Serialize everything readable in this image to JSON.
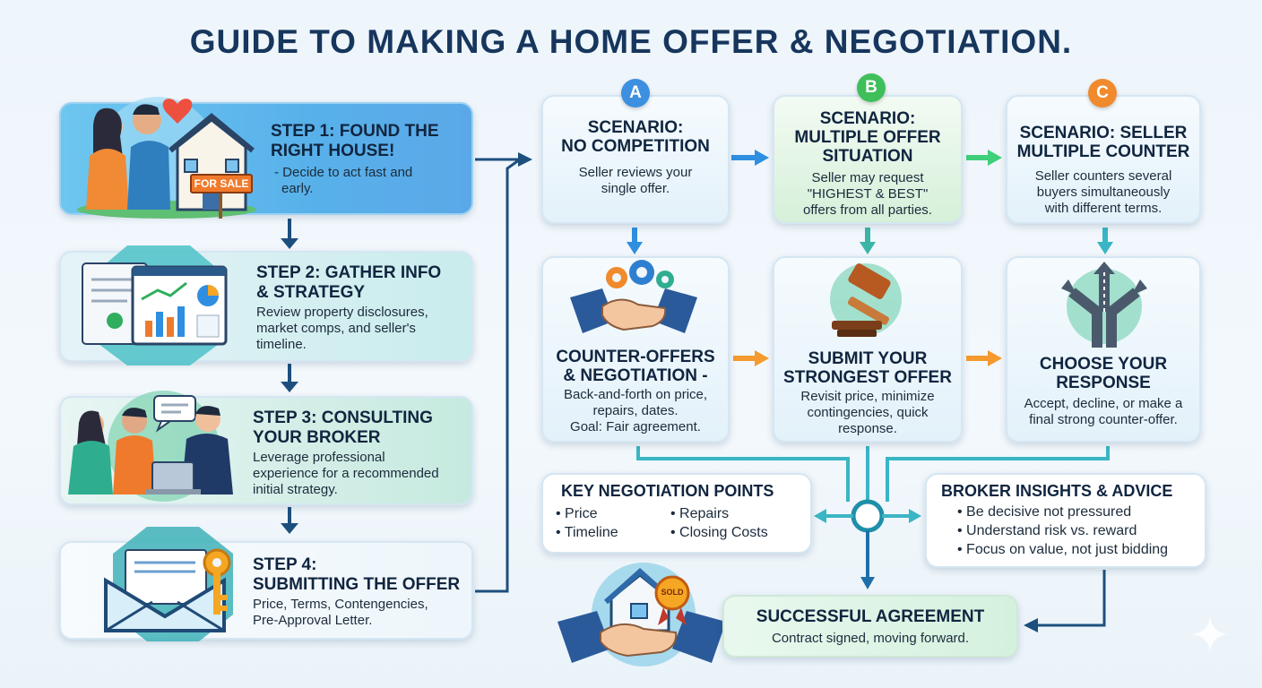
{
  "title": "GUIDE TO MAKING A HOME OFFER & NEGOTIATION.",
  "steps": [
    {
      "title_l1": "STEP 1: FOUND THE",
      "title_l2": "RIGHT HOUSE!",
      "desc_l1": "- Decide to act fast and",
      "desc_l2": "early.",
      "sign": "FOR SALE"
    },
    {
      "title_l1": "STEP 2: GATHER INFO",
      "title_l2": "& STRATEGY",
      "desc_l1": "Review property disclosures,",
      "desc_l2": "market comps, and seller's",
      "desc_l3": "timeline."
    },
    {
      "title_l1": "STEP 3: CONSULTING",
      "title_l2": "YOUR BROKER",
      "desc_l1": "Leverage professional",
      "desc_l2": "experience for a recommended",
      "desc_l3": "initial strategy."
    },
    {
      "title_l1": "STEP 4:",
      "title_l2": "SUBMITTING THE OFFER",
      "desc_l1": "Price, Terms, Contengencies,",
      "desc_l2": "Pre-Approval Letter."
    }
  ],
  "scenarios": [
    {
      "badge": "A",
      "color": "#3d8fe0",
      "title_l1": "SCENARIO:",
      "title_l2": "NO COMPETITION",
      "title_l3": "",
      "desc_l1": "Seller reviews your",
      "desc_l2": "single offer.",
      "desc_l3": ""
    },
    {
      "badge": "B",
      "color": "#3fbf5a",
      "title_l1": "SCENARIO:",
      "title_l2": "MULTIPLE OFFER",
      "title_l3": "SITUATION",
      "desc_l1": "Seller may request",
      "desc_l2": "\"HIGHEST & BEST\"",
      "desc_l3": "offers from all parties."
    },
    {
      "badge": "C",
      "color": "#f08a2c",
      "title_l1": "SCENARIO: SELLER",
      "title_l2": "MULTIPLE COUNTER",
      "title_l3": "",
      "desc_l1": "Seller counters several",
      "desc_l2": "buyers simultaneously",
      "desc_l3": "with different terms."
    }
  ],
  "actions": [
    {
      "title_l1": "COUNTER-OFFERS",
      "title_l2": "& NEGOTIATION -",
      "desc_l1": "Back-and-forth on price,",
      "desc_l2": "repairs, dates.",
      "desc_l3": "Goal: Fair agreement."
    },
    {
      "title_l1": "SUBMIT YOUR",
      "title_l2": "STRONGEST OFFER",
      "desc_l1": "Revisit price, minimize",
      "desc_l2": "contingencies, quick",
      "desc_l3": "response."
    },
    {
      "title_l1": "CHOOSE YOUR",
      "title_l2": "RESPONSE",
      "desc_l1": "Accept, decline, or make a",
      "desc_l2": "final strong counter-offer.",
      "desc_l3": ""
    }
  ],
  "key_points": {
    "title": "KEY NEGOTIATION POINTS",
    "items": [
      "Price",
      "Repairs",
      "Timeline",
      "Closing Costs"
    ]
  },
  "broker": {
    "title": "BROKER INSIGHTS & ADVICE",
    "items": [
      "Be decisive not pressured",
      "Understand risk vs. reward",
      "Focus on value, not just bidding"
    ]
  },
  "success": {
    "title": "SUCCESSFUL AGREEMENT",
    "desc": "Contract signed, moving forward.",
    "seal": "SOLD"
  },
  "colors": {
    "title": "#17365d",
    "connector": "#1d4f7e",
    "teal": "#3ab5c4",
    "blue": "#2f8ee0",
    "green": "#3fcf78",
    "orange": "#f59a2e"
  }
}
